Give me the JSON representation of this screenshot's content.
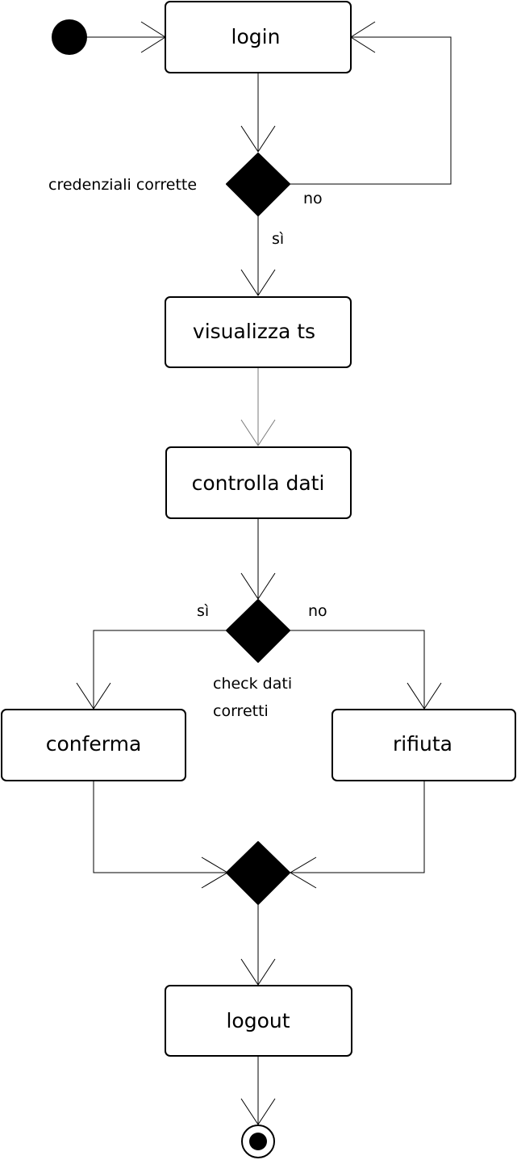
{
  "colors": {
    "stroke": "#000000",
    "fill": "#000000",
    "background": "#ffffff"
  },
  "nodes": {
    "login": "login",
    "visualizza": "visualizza ts",
    "controlla": "controlla dati",
    "conferma": "conferma",
    "rifiuta": "rifiuta",
    "logout": "logout"
  },
  "decisions": {
    "credenziali": "credenziali corrette",
    "check_line1": "check dati",
    "check_line2": "corretti"
  },
  "guards": {
    "d1_no": "no",
    "d1_yes": "sì",
    "d2_yes": "sì",
    "d2_no": "no"
  }
}
